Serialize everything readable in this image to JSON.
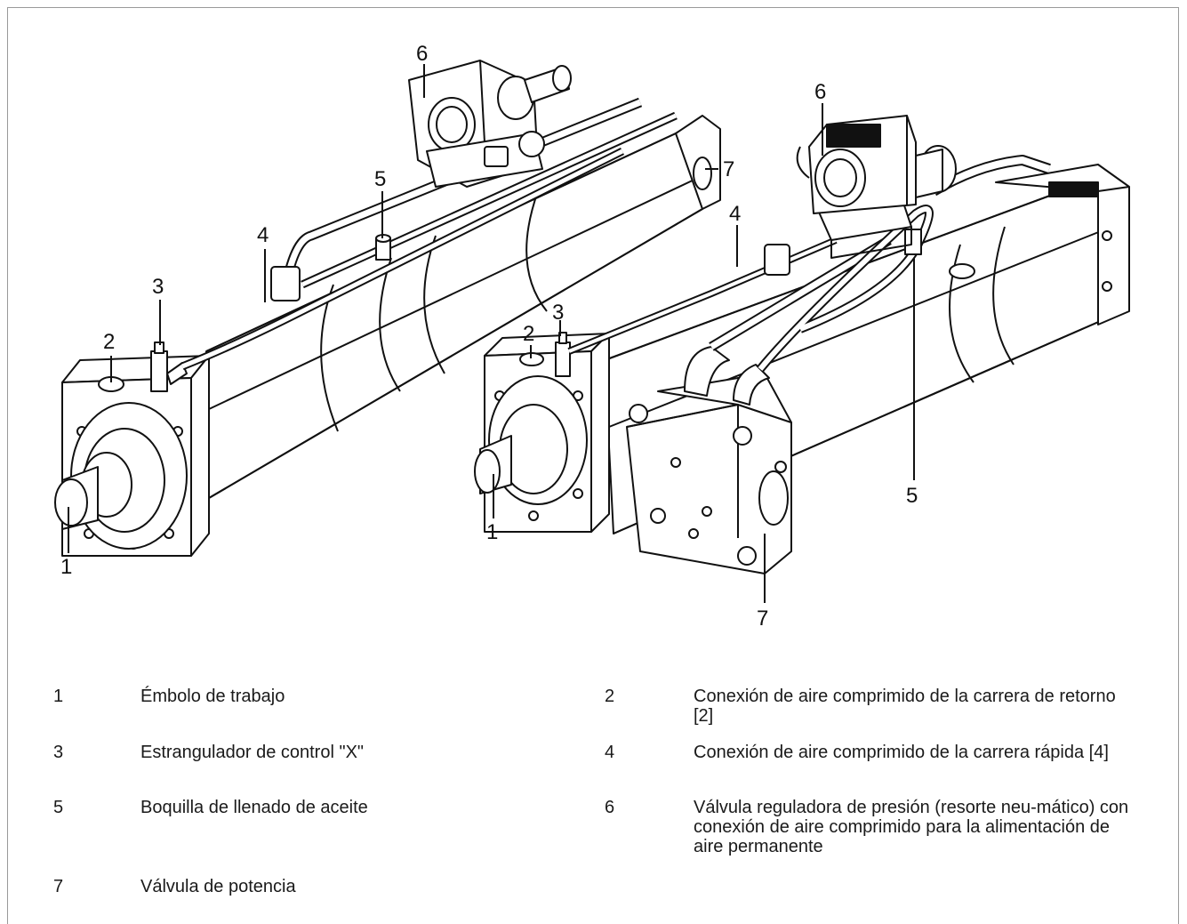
{
  "callouts": {
    "left": {
      "c1": "1",
      "c2": "2",
      "c3": "3",
      "c4": "4",
      "c5": "5",
      "c6": "6",
      "c7": "7"
    },
    "right": {
      "c1": "1",
      "c2": "2",
      "c3": "3",
      "c4": "4",
      "c5": "5",
      "c6": "6",
      "c7": "7"
    }
  },
  "legend": [
    {
      "num": "1",
      "text": "Émbolo de trabajo"
    },
    {
      "num": "2",
      "text": "Conexión de aire comprimido de la carrera de retorno [2]"
    },
    {
      "num": "3",
      "text": "Estrangulador de control \"X\""
    },
    {
      "num": "4",
      "text": "Conexión de aire comprimido de la carrera rápida [4]"
    },
    {
      "num": "5",
      "text": "Boquilla de llenado de aceite"
    },
    {
      "num": "6",
      "text": "Válvula reguladora de presión (resorte neu-mático) con conexión de aire comprimido para la alimentación de aire permanente"
    },
    {
      "num": "7",
      "text": "Válvula de potencia"
    }
  ]
}
